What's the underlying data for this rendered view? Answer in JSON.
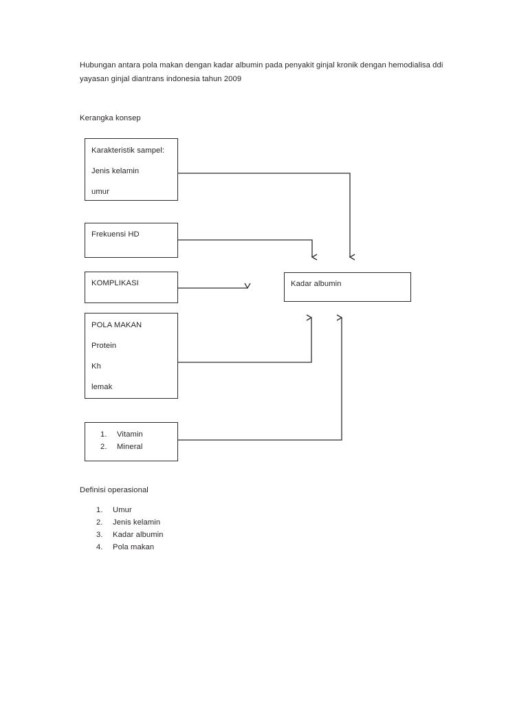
{
  "document": {
    "title": "Hubungan antara pola makan dengan kadar albumin pada penyakit ginjal kronik dengan hemodialisa ddi yayasan ginjal diantrans indonesia tahun 2009",
    "section_framework_label": "Kerangka konsep",
    "section_definitions_label": "Definisi operasional",
    "background_color": "#ffffff",
    "text_color": "#231f20",
    "line_color": "#2b2b2b"
  },
  "diagram": {
    "nodes": {
      "karakteristik": {
        "lines": [
          "Karakteristik sampel:",
          "Jenis kelamin",
          "umur"
        ]
      },
      "frekuensi": {
        "lines": [
          "Frekuensi HD"
        ]
      },
      "komplikasi": {
        "lines": [
          "KOMPLIKASI"
        ]
      },
      "pola_makan": {
        "lines": [
          "POLA MAKAN",
          "Protein",
          "Kh",
          "lemak"
        ]
      },
      "vitamin_mineral": {
        "items": [
          {
            "num": "1.",
            "label": "Vitamin"
          },
          {
            "num": "2.",
            "label": "Mineral"
          }
        ]
      },
      "kadar_albumin": {
        "lines": [
          "Kadar albumin"
        ]
      }
    }
  },
  "definitions": {
    "items": [
      {
        "num": "1.",
        "label": "Umur"
      },
      {
        "num": "2.",
        "label": "Jenis kelamin"
      },
      {
        "num": "3.",
        "label": "Kadar albumin"
      },
      {
        "num": "4.",
        "label": "Pola makan"
      }
    ]
  }
}
